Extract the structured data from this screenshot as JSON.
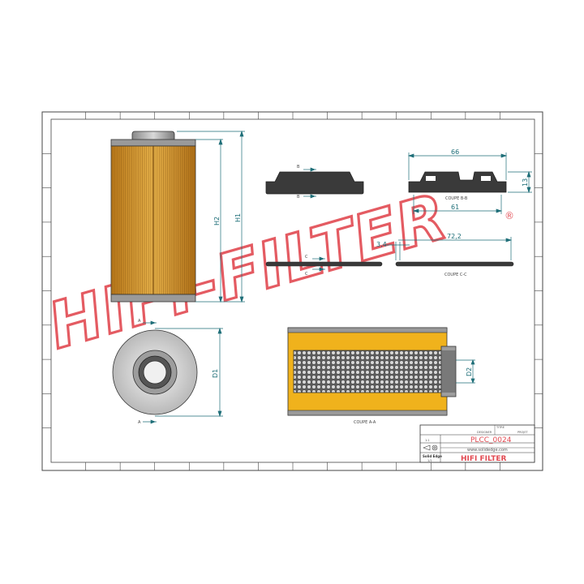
{
  "watermark": {
    "text": "HIFI-FILTER",
    "mark": "®",
    "color": "#e24a52"
  },
  "views": {
    "front": {
      "dim_h1": "H1",
      "dim_h2": "H2"
    },
    "end": {
      "dim_d1": "D1",
      "marker_a": "A"
    },
    "cap": {
      "marker_b": "B"
    },
    "cap_section": {
      "dim_width": "66",
      "dim_height": "13",
      "dim_inner": "61",
      "label": "COUPE B-B"
    },
    "oring": {
      "marker_c": "C"
    },
    "oring_section": {
      "dim_thickness": "3,4",
      "dim_diameter": "72,2",
      "label": "COUPE C-C"
    },
    "section_aa": {
      "dim_d2": "D2",
      "label": "COUPE A-A"
    }
  },
  "title_block": {
    "part_number": "PLCC_0024",
    "website": "www.solidedge.com",
    "brand": "HIFI FILTER",
    "logo_text": "Solid Edge",
    "scale": "1:1",
    "sheet": "1/1",
    "small_label_1": "DESIGNER",
    "small_label_2": "TITRE",
    "small_label_3": "PROJET"
  },
  "colors": {
    "media": "#dfa63c",
    "media_section": "#f0b21c",
    "rubber": "#3a3a3a",
    "dimension": "#1e6e78",
    "frame": "#444444"
  }
}
